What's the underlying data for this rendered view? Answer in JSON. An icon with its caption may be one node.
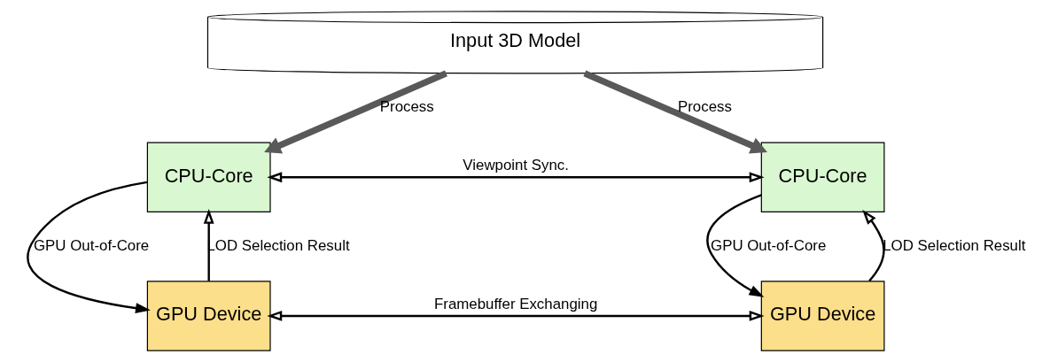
{
  "diagram": {
    "nodes": [
      {
        "text": [
          "Input 3D Model"
        ]
      },
      {
        "text": [
          "CPU-Core"
        ]
      },
      {
        "text": [
          "CPU-Core"
        ]
      },
      {
        "text": [
          "GPU Device"
        ]
      },
      {
        "text": [
          "GPU Device"
        ]
      }
    ],
    "edges": [
      {
        "from": 0,
        "to": 1,
        "arrow": "to",
        "label": "Process",
        "style": "thick",
        "color": "#595959"
      },
      {
        "from": 0,
        "to": 2,
        "arrow": "to",
        "label": "Process",
        "style": "thick",
        "color": "#595959"
      },
      {
        "from": 1,
        "to": 2,
        "arrow": "both",
        "label": "Viewpoint Sync."
      },
      {
        "from": 3,
        "to": 1,
        "arrow": "to",
        "label": "LOD Selection Result"
      },
      {
        "from": 1,
        "to": 3,
        "arrow": "to",
        "label": "GPU Out-of-Core"
      },
      {
        "from": 2,
        "to": 4,
        "arrow": "to",
        "label": "GPU Out-of-Core"
      },
      {
        "from": 4,
        "to": 2,
        "arrow": "to",
        "label": "LOD Selection Result"
      },
      {
        "from": 3,
        "to": 4,
        "arrow": "both",
        "label": "Framebuffer Exchanging"
      }
    ]
  }
}
